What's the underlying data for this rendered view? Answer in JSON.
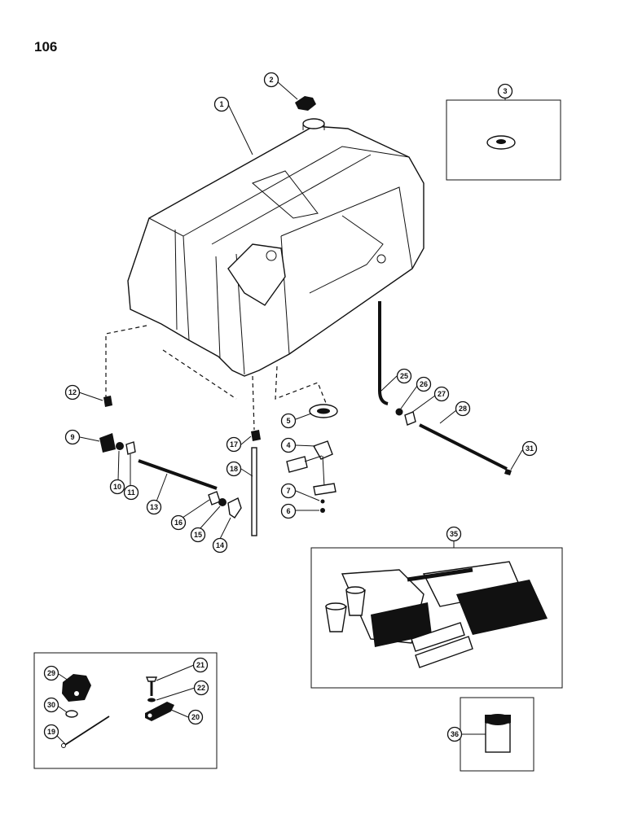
{
  "page": {
    "number": "106"
  },
  "callouts": [
    {
      "label": "1"
    },
    {
      "label": "2"
    },
    {
      "label": "3"
    },
    {
      "label": "4"
    },
    {
      "label": "5"
    },
    {
      "label": "6"
    },
    {
      "label": "7"
    },
    {
      "label": "9"
    },
    {
      "label": "10"
    },
    {
      "label": "11"
    },
    {
      "label": "12"
    },
    {
      "label": "13"
    },
    {
      "label": "14"
    },
    {
      "label": "15"
    },
    {
      "label": "16"
    },
    {
      "label": "17"
    },
    {
      "label": "18"
    },
    {
      "label": "19"
    },
    {
      "label": "20"
    },
    {
      "label": "21"
    },
    {
      "label": "22"
    },
    {
      "label": "25"
    },
    {
      "label": "26"
    },
    {
      "label": "27"
    },
    {
      "label": "28"
    },
    {
      "label": "29"
    },
    {
      "label": "30"
    },
    {
      "label": "31"
    },
    {
      "label": "35"
    },
    {
      "label": "36"
    }
  ]
}
